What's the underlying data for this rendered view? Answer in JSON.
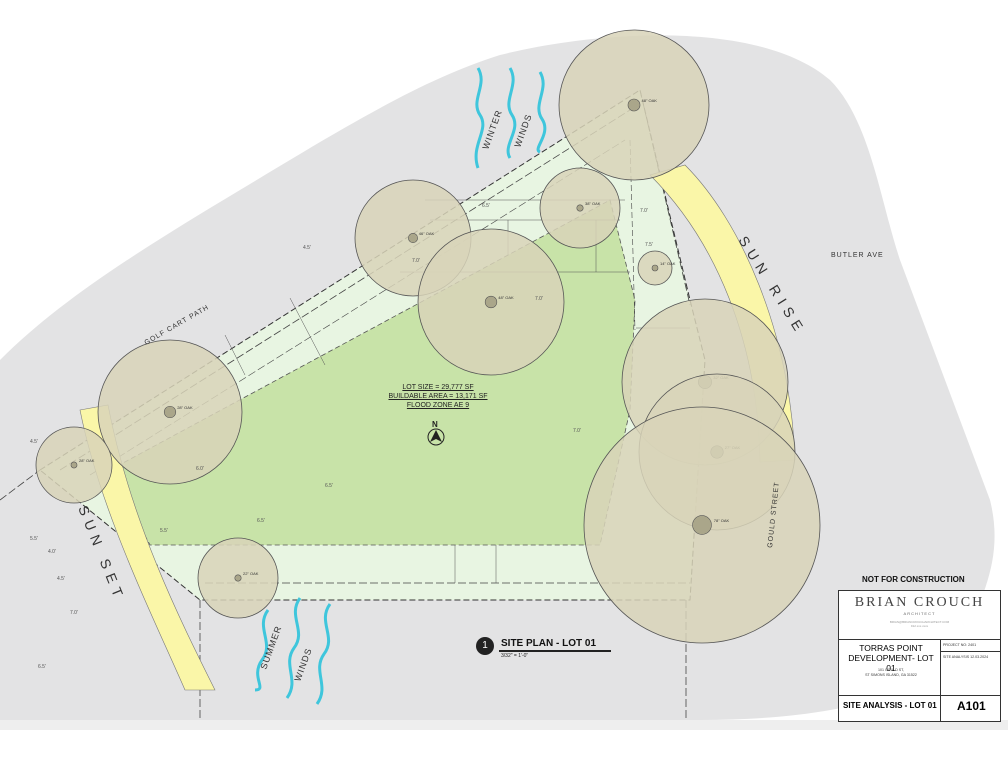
{
  "streets": {
    "butler_ave": "BUTLER AVE",
    "gould_street": "GOULD STREET",
    "golf_cart_path": "GOLF CART PATH"
  },
  "sun": {
    "sunrise": "SUN RISE",
    "sunset": "SUN SET"
  },
  "winds": {
    "winter_1": "WINTER",
    "winter_2": "WINDS",
    "summer_1": "SUMMER",
    "summer_2": "WINDS"
  },
  "lot_info": {
    "lot_size": "LOT SIZE = 29,777 SF",
    "buildable_area": "BUILDABLE AREA = 13,171 SF",
    "flood_zone": "FLOOD ZONE AE 9"
  },
  "north_arrow": "N",
  "trees": [
    {
      "label": "48\" OAK"
    },
    {
      "label": "46\" OAK"
    },
    {
      "label": "48\" OAK"
    },
    {
      "label": "38\" OAK"
    },
    {
      "label": "28\" OAK"
    },
    {
      "label": "14\" OAK"
    },
    {
      "label": "32\" OAK"
    },
    {
      "label": "27\" OAK"
    },
    {
      "label": "78\" OAK"
    },
    {
      "label": "22\" OAK"
    },
    {
      "label": "28\" OAK"
    }
  ],
  "contours": [
    "4.5'",
    "6.5'",
    "7.0'",
    "7.0'",
    "7.5'",
    "7.0'",
    "6.5'",
    "6.0'",
    "7.0'",
    "5.5'",
    "6.5'",
    "5.5'",
    "4.5'",
    "4.0'",
    "4.5'",
    "7.0'",
    "6.5'"
  ],
  "site_plan": {
    "number": "1",
    "title": "SITE PLAN - LOT 01",
    "scale": "3/32\" = 1'-0\""
  },
  "not_for_construction": "NOT FOR CONSTRUCTION",
  "title_block": {
    "firm": "BRIAN CROUCH",
    "firm_sub": "ARCHITECT",
    "email": "BRIAN@BRIANCROUCHARCHITECT.COM",
    "phone": "912.xxx.xxxx",
    "project_line1": "TORRAS POINT",
    "project_line2": "DEVELOPMENT- LOT 01",
    "address_line1": "101 GOULD ST,",
    "address_line2": "ST SIMONS ISLAND, GA 31522",
    "project_no": "PROJECT NO: 2401",
    "date": "SITE ANALYSIS     12.03.2024",
    "sheet_name": "SITE ANALYSIS - LOT 01",
    "sheet_no": "A101"
  },
  "colors": {
    "surround": "#e3e3e4",
    "lot": "#d9ecc8",
    "buildable": "#c8e3a8",
    "setback": "#e8f5e2",
    "tree": "#d8d4b8",
    "sun_path": "#faf6a8",
    "wind": "#3fc6dc"
  }
}
